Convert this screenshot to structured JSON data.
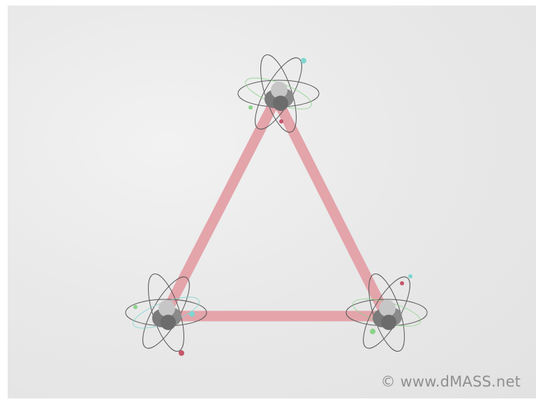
{
  "watermark": {
    "text": "© www.dMASS.net"
  },
  "colors": {
    "background": "#e8e8e8",
    "bond": "#e3a4aa",
    "nucleus_dark": "#707070",
    "nucleus_light": "#c4c4c4",
    "orbit": "#555555",
    "electron_cyan": "#7fd6d0",
    "electron_red": "#c7566a",
    "electron_green": "#8ad38a"
  },
  "diagram": {
    "atoms": [
      {
        "name": "atom-top"
      },
      {
        "name": "atom-bottom-left"
      },
      {
        "name": "atom-bottom-right"
      }
    ],
    "bonds": [
      {
        "name": "bond-left",
        "from": "atom-top",
        "to": "atom-bottom-left"
      },
      {
        "name": "bond-right",
        "from": "atom-top",
        "to": "atom-bottom-right"
      },
      {
        "name": "bond-bottom",
        "from": "atom-bottom-left",
        "to": "atom-bottom-right"
      }
    ]
  }
}
